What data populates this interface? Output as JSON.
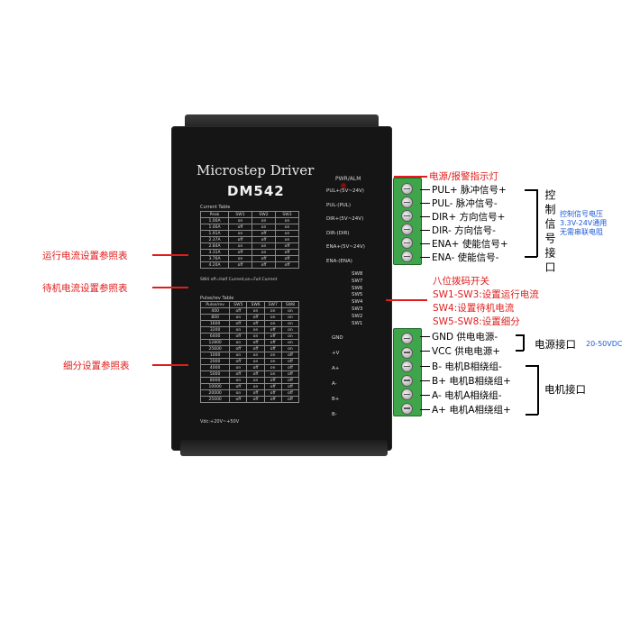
{
  "driver": {
    "title": "Microstep Driver",
    "model": "DM542",
    "pwr_alm": "PWR/ALM",
    "current_table_title": "Current Table",
    "current_header": [
      "Peak",
      "SW1",
      "SW2",
      "SW3"
    ],
    "current_rows": [
      [
        "1.00A",
        "on",
        "on",
        "on"
      ],
      [
        "1.46A",
        "off",
        "on",
        "on"
      ],
      [
        "1.91A",
        "on",
        "off",
        "on"
      ],
      [
        "2.37A",
        "off",
        "off",
        "on"
      ],
      [
        "2.84A",
        "on",
        "on",
        "off"
      ],
      [
        "3.31A",
        "off",
        "on",
        "off"
      ],
      [
        "3.76A",
        "on",
        "off",
        "off"
      ],
      [
        "4.20A",
        "off",
        "off",
        "off"
      ]
    ],
    "standby_note": "SW4 off=Half Current,on=Full Current",
    "pulse_table_title": "Pulse/rev Table",
    "pulse_header": [
      "Pulse/rev",
      "SW5",
      "SW6",
      "SW7",
      "SW8"
    ],
    "pulse_rows": [
      [
        "400",
        "off",
        "on",
        "on",
        "on"
      ],
      [
        "800",
        "on",
        "off",
        "on",
        "on"
      ],
      [
        "1600",
        "off",
        "off",
        "on",
        "on"
      ],
      [
        "3200",
        "on",
        "on",
        "off",
        "on"
      ],
      [
        "6400",
        "off",
        "on",
        "off",
        "on"
      ],
      [
        "12800",
        "on",
        "off",
        "off",
        "on"
      ],
      [
        "25600",
        "off",
        "off",
        "off",
        "on"
      ],
      [
        "1000",
        "on",
        "on",
        "on",
        "off"
      ],
      [
        "2000",
        "off",
        "on",
        "on",
        "off"
      ],
      [
        "4000",
        "on",
        "off",
        "on",
        "off"
      ],
      [
        "5000",
        "off",
        "off",
        "on",
        "off"
      ],
      [
        "8000",
        "on",
        "on",
        "off",
        "off"
      ],
      [
        "10000",
        "off",
        "on",
        "off",
        "off"
      ],
      [
        "20000",
        "on",
        "off",
        "off",
        "off"
      ],
      [
        "25000",
        "off",
        "off",
        "off",
        "off"
      ]
    ],
    "vdc_note": "Vdc:+20V~+50V",
    "panel_labels": [
      "PUL+(5V~24V)",
      "PUL-(PUL)",
      "DIR+(5V~24V)",
      "DIR-(DIR)",
      "ENA+(5V~24V)",
      "ENA-(ENA)"
    ],
    "sw_labels": [
      "SW8",
      "SW7",
      "SW6",
      "SW5",
      "SW4",
      "SW3",
      "SW2",
      "SW1"
    ],
    "power_labels": [
      "GND",
      "+V",
      "A+",
      "A-",
      "B+",
      "B-"
    ]
  },
  "annotations": {
    "power_alarm_led": "电源/报警指示灯",
    "current_table_ref": "运行电流设置参照表",
    "standby_ref": "待机电流设置参照表",
    "microstep_ref": "细分设置参照表",
    "dip_title": "八位拨码开关",
    "dip_lines": [
      "SW1-SW3:设置运行电流",
      "SW4:设置待机电流",
      "SW5-SW8:设置细分"
    ],
    "signal_pins": [
      {
        "pin": "PUL+",
        "desc": "脉冲信号+"
      },
      {
        "pin": "PUL-",
        "desc": "脉冲信号-"
      },
      {
        "pin": "DIR+",
        "desc": "方向信号+"
      },
      {
        "pin": "DIR-",
        "desc": "方向信号-"
      },
      {
        "pin": "ENA+",
        "desc": "使能信号+"
      },
      {
        "pin": "ENA-",
        "desc": "使能信号-"
      }
    ],
    "control_interface": "控制信号接口",
    "control_voltage_note": [
      "控制信号电压",
      "3.3V-24V通用",
      "无需串联电阻"
    ],
    "power_pins": [
      {
        "pin": "GND",
        "desc": "供电电源-"
      },
      {
        "pin": "VCC",
        "desc": "供电电源+"
      }
    ],
    "power_interface": "电源接口",
    "power_range": "20-50VDC",
    "motor_pins": [
      {
        "pin": "B-",
        "desc": "电机B相绕组-"
      },
      {
        "pin": "B+",
        "desc": "电机B相绕组+"
      },
      {
        "pin": "A-",
        "desc": "电机A相绕组-"
      },
      {
        "pin": "A+",
        "desc": "电机A相绕组+"
      }
    ],
    "motor_interface": "电机接口"
  },
  "colors": {
    "annotation": "#e01c1c",
    "note_blue": "#1d5bd6",
    "terminal_green": "#3ea54a",
    "driver_body": "#151515"
  }
}
